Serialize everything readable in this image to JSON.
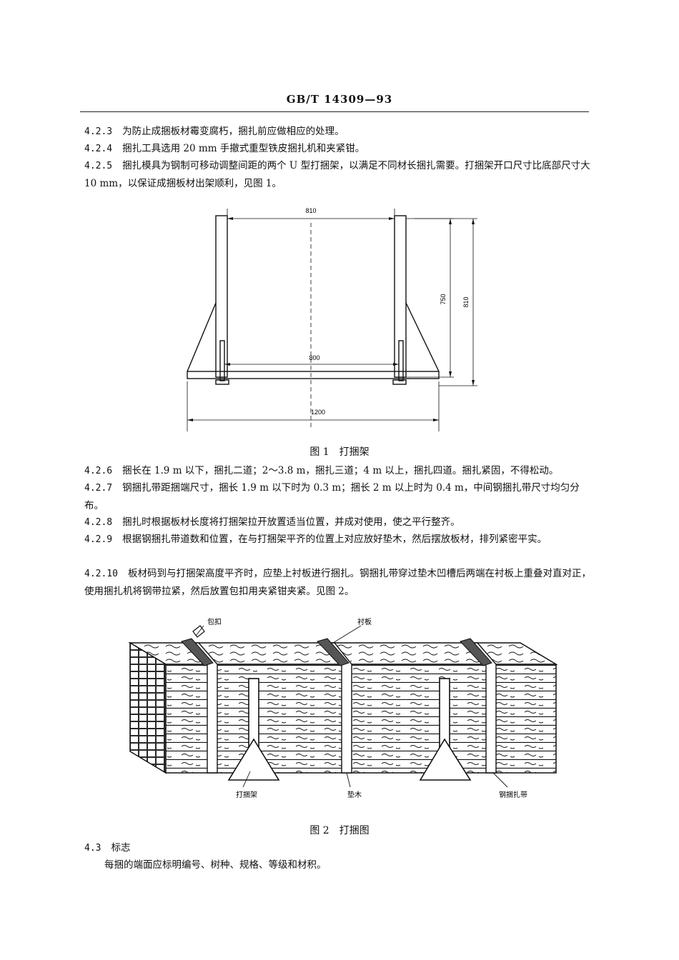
{
  "header": {
    "standard_no": "GB/T 14309—93"
  },
  "paragraphs": [
    {
      "num": "4.2.3",
      "text": "为防止成捆板材霉变腐朽，捆扎前应做相应的处理。"
    },
    {
      "num": "4.2.4",
      "text": "捆扎工具选用 20 mm 手撤式重型铁皮捆扎机和夹紧钳。"
    },
    {
      "num": "4.2.5",
      "text": "捆扎模具为钢制可移动调整间距的两个 U 型打捆架，以满足不同材长捆扎需要。打捆架开口尺寸比底部尺寸大 10 mm，以保证成捆板材出架顺利，见图 1。"
    },
    {
      "num": "4.2.6",
      "text": "捆长在 1.9 m 以下，捆扎二道；2～3.8 m，捆扎三道；4 m 以上，捆扎四道。捆扎紧固，不得松动。"
    },
    {
      "num": "4.2.7",
      "text": "钢捆扎带距捆端尺寸，捆长 1.9 m 以下时为 0.3 m；捆长 2 m 以上时为 0.4 m，中间钢捆扎带尺寸均匀分布。"
    },
    {
      "num": "4.2.8",
      "text": "捆扎时根据板材长度将打捆架拉开放置适当位置，并成对使用，使之平行整齐。"
    },
    {
      "num": "4.2.9",
      "text": "根据钢捆扎带道数和位置，在与打捆架平齐的位置上对应放好垫木，然后摆放板材，排列紧密平实。"
    },
    {
      "num": "4.2.10",
      "text": "板材码到与打捆架高度平齐时，应垫上衬板进行捆扎。钢捆扎带穿过垫木凹槽后两端在衬板上重叠对直对正，使用捆扎机将钢带拉紧，然后放置包扣用夹紧钳夹紧。见图 2。"
    }
  ],
  "figure1": {
    "caption": "图 1　打捆架",
    "dims": {
      "top": "810",
      "inner": "800",
      "bottom": "1200",
      "h1": "750",
      "h2": "810"
    }
  },
  "figure2": {
    "caption": "图 2　打捆图",
    "labels": {
      "buckle": "包扣",
      "liner": "衬板",
      "frame": "打捆架",
      "sleeper": "垫木",
      "strap": "钢捆扎带"
    }
  },
  "section43": {
    "num": "4.3",
    "title": "标志",
    "text": "每捆的端面应标明编号、树种、规格、等级和材积。"
  }
}
